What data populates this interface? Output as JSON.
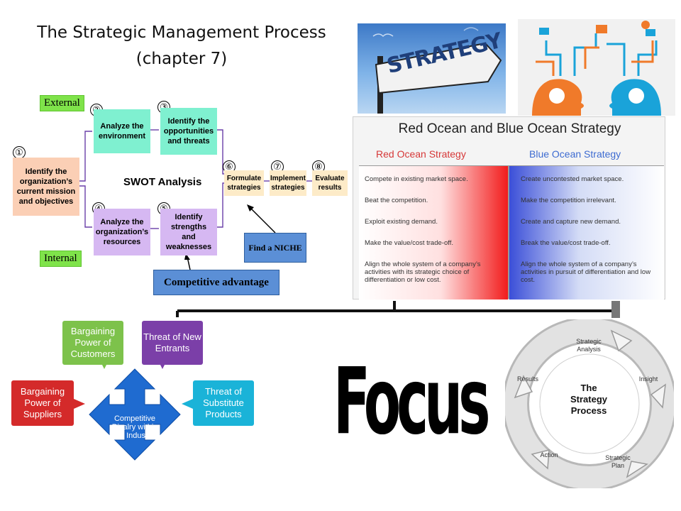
{
  "title": {
    "line1": "The Strategic Management Process",
    "line2": "(chapter 7)"
  },
  "tags": {
    "external": "External",
    "internal": "Internal"
  },
  "steps": {
    "s1": {
      "num": "①",
      "label": "Identify the organization’s current mission and objectives"
    },
    "s2": {
      "num": "②",
      "label": "Analyze the environment"
    },
    "s3": {
      "num": "③",
      "label": "Identify the opportunities and threats"
    },
    "s4": {
      "num": "④",
      "label": "Analyze the organization’s resources"
    },
    "s5": {
      "num": "⑤",
      "label": "Identify strengths and weaknesses"
    },
    "s6": {
      "num": "⑥",
      "label": "Formulate strategies"
    },
    "s7": {
      "num": "⑦",
      "label": "Implement strategies"
    },
    "s8": {
      "num": "⑧",
      "label": "Evaluate results"
    }
  },
  "swot": "SWOT Analysis",
  "callouts": {
    "niche": "Find a NICHE",
    "advantage": "Competitive  advantage"
  },
  "images": {
    "strategy_sign": "STRATEGY"
  },
  "ocean": {
    "title": "Red Ocean and Blue Ocean Strategy",
    "red_head": "Red Ocean Strategy",
    "blue_head": "Blue Ocean Strategy",
    "red": [
      "Compete in existing market space.",
      "Beat the competition.",
      "Exploit existing demand.",
      "Make the value/cost trade-off.",
      "Align the whole system of a company’s activities with its strategic choice of differentiation or low cost."
    ],
    "blue": [
      "Create uncontested market space.",
      "Make the competition irrelevant.",
      "Create and capture new demand.",
      "Break the value/cost trade-off.",
      "Align the whole system of a company’s activities in pursuit of differentiation and low cost."
    ]
  },
  "forces": {
    "customers": "Bargaining Power of Customers",
    "entrants": "Threat of New Entrants",
    "suppliers": "Bargaining Power of Suppliers",
    "substitutes": "Threat of Substitute Products",
    "rivalry": "Competitive Rivalry within an Industry"
  },
  "focus": "Focus",
  "cycle": {
    "center": "The Strategy Process",
    "analysis": "Strategic Analysis",
    "insight": "Insight",
    "plan": "Strategic Plan",
    "action": "Action",
    "results": "Results"
  },
  "colors": {
    "step1": "#fbcfb5",
    "env": "#7ff0d0",
    "res": "#d6b8f2",
    "small": "#fdebc8",
    "green": "#7fe34a",
    "callout": "#5b8fd6",
    "red_force": "#d42a2a",
    "green_force": "#7dc24b",
    "purple_force": "#7b3fa8",
    "cyan_force": "#1ab3d8",
    "rivalry": "#1f6bd0"
  }
}
